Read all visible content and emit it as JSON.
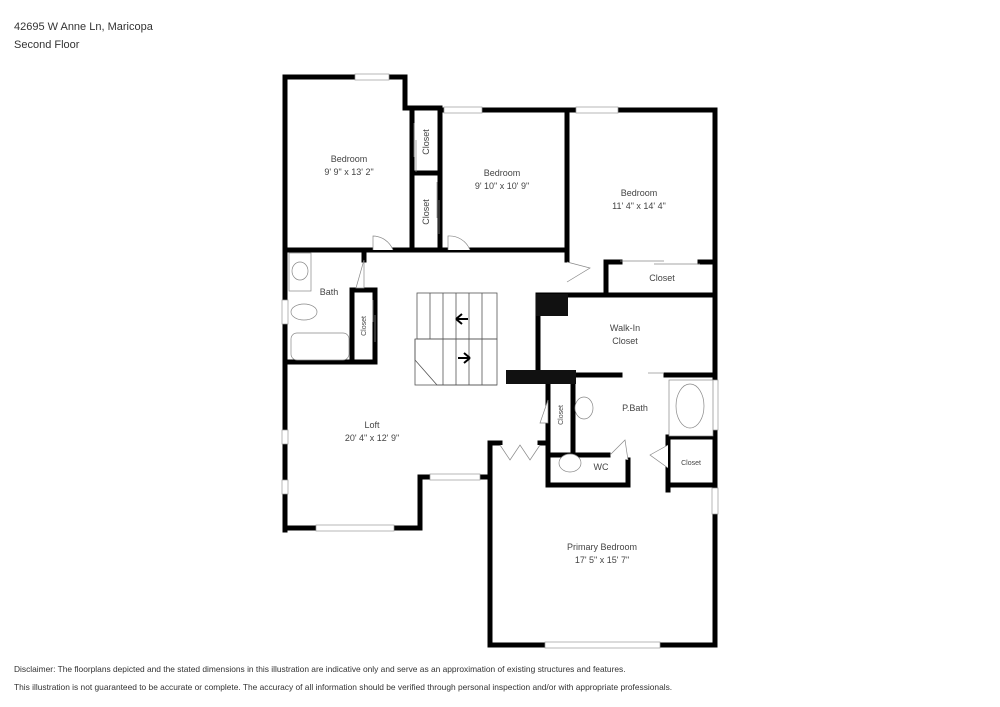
{
  "header": {
    "address": "42695 W Anne Ln, Maricopa",
    "floor": "Second Floor"
  },
  "rooms": {
    "bedroom1": {
      "name": "Bedroom",
      "dims": "9' 9\" x 13' 2\""
    },
    "bedroom2": {
      "name": "Bedroom",
      "dims": "9' 10\" x 10' 9\""
    },
    "bedroom3": {
      "name": "Bedroom",
      "dims": "11' 4\" x 14' 4\""
    },
    "closet_b1": "Closet",
    "closet_b2": "Closet",
    "closet_b3": "Closet",
    "bath": "Bath",
    "closet_bath": "Closet",
    "walkin_line1": "Walk-In",
    "walkin_line2": "Closet",
    "pbath": "P.Bath",
    "closet_pbath": "Closet",
    "wc": "WC",
    "closet_primary": "Closet",
    "loft": {
      "name": "Loft",
      "dims": "20' 4\" x 12' 9\""
    },
    "primary": {
      "name": "Primary Bedroom",
      "dims": "17' 5\" x 15' 7\""
    }
  },
  "disclaimer": {
    "line1": "Disclaimer: The floorplans depicted and the stated dimensions in this illustration are indicative only and serve as an approximation of existing structures and features.",
    "line2": "This illustration is not guaranteed to be accurate or complete. The accuracy of all information should be verified through personal inspection and/or with appropriate professionals."
  }
}
